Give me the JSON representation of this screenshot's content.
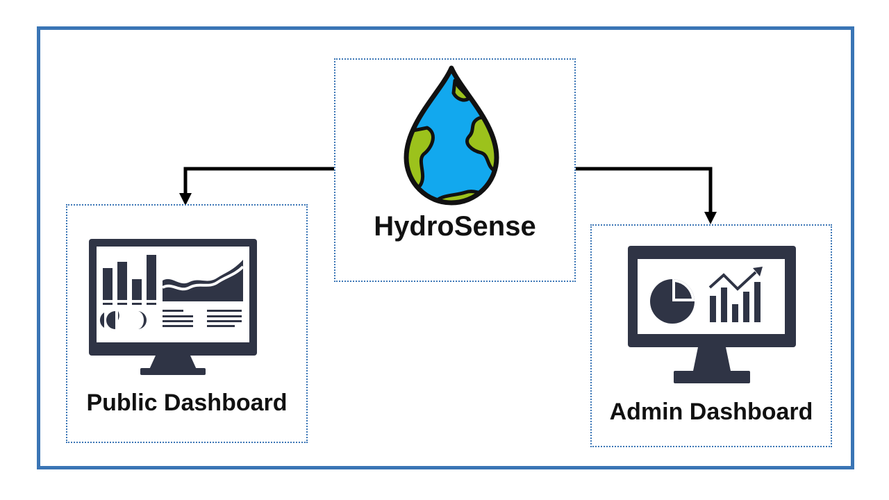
{
  "diagram": {
    "center": {
      "label": "HydroSense",
      "icon": "water-drop-earth-icon"
    },
    "left": {
      "label": "Public Dashboard",
      "icon": "monitor-charts-icon"
    },
    "right": {
      "label": "Admin Dashboard",
      "icon": "monitor-analytics-icon"
    }
  },
  "colors": {
    "frame": "#3a75b5",
    "monitor": "#2f3445",
    "water": "#12a8ee",
    "land": "#9cc21c",
    "arrow": "#000000"
  }
}
